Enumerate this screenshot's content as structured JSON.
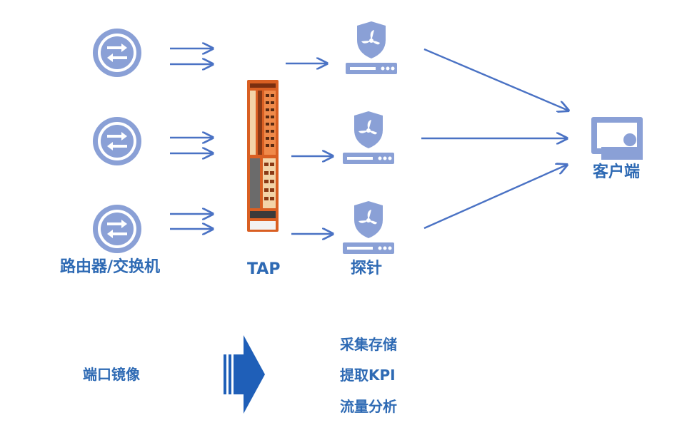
{
  "labels": {
    "routers": "路由器/交换机",
    "tap": "TAP",
    "probe": "探针",
    "client": "客户端",
    "mirror": "端口镜像"
  },
  "functions": [
    "采集存储",
    "提取KPI",
    "流量分析"
  ],
  "icons": {
    "router": "router-switch-icon",
    "tap": "tap-device-icon",
    "probe": "probe-server-icon",
    "client": "client-monitor-icon",
    "process_arrow": "block-arrow-icon"
  },
  "colors": {
    "label": "#2e6ab4",
    "arrow": "#4a72c4",
    "icon": "#8aa0d6",
    "tap_body": "#e06a2c",
    "mirror_arrow": "#1f5fb8"
  }
}
